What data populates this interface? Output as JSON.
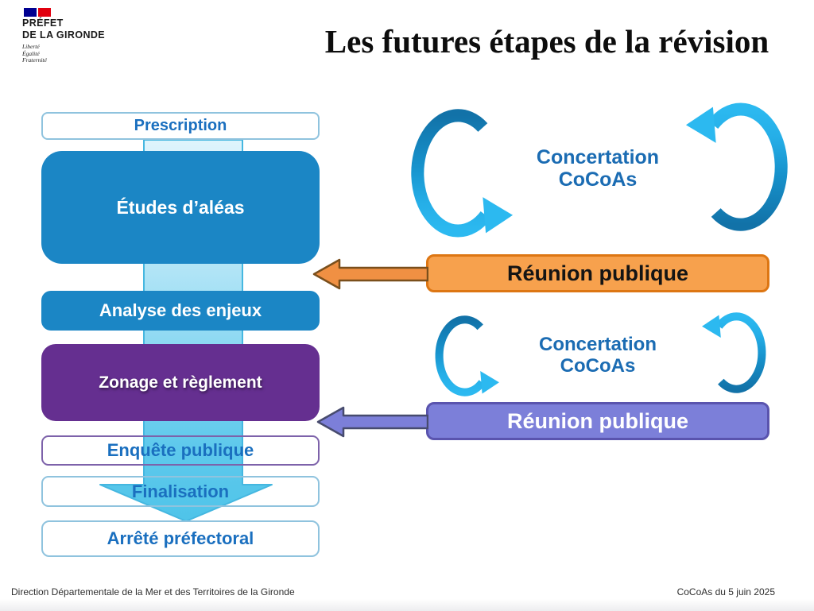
{
  "logo": {
    "line1": "PRÉFET",
    "line2": "DE LA GIRONDE",
    "motto": [
      "Liberté",
      "Égalité",
      "Fraternité"
    ]
  },
  "title": "Les futures étapes de la révision",
  "flowchart": {
    "steps": [
      {
        "label": "Prescription",
        "style": "outline-blue"
      },
      {
        "label": "Études d’aléas",
        "style": "fill-blue"
      },
      {
        "label": "Analyse des enjeux",
        "style": "fill-blue"
      },
      {
        "label": "Zonage et règlement",
        "style": "fill-purple"
      },
      {
        "label": "Enquête publique",
        "style": "outline-purple"
      },
      {
        "label": "Finalisation",
        "style": "outline-blue"
      },
      {
        "label": "Arrêté préfectoral",
        "style": "outline-blue"
      }
    ]
  },
  "cycles": [
    {
      "line1": "Concertation",
      "line2": "CoCoAs",
      "meeting_label": "Réunion publique",
      "theme": "orange"
    },
    {
      "line1": "Concertation",
      "line2": "CoCoAs",
      "meeting_label": "Réunion publique",
      "theme": "purple"
    }
  ],
  "footer": {
    "left": "Direction Départementale de la Mer et des Territoires de la Gironde",
    "right": "CoCoAs du 5 juin 2025"
  },
  "icons": {
    "flag-icon": "french flag blue/red blocks",
    "cycle-arrow-icon": "curved circular ribbon arrow",
    "down-flow-arrow-icon": "large light-blue downward arrow",
    "left-arrow-icon": "horizontal block arrow pointing left"
  },
  "colors": {
    "box_blue": "#1b86c5",
    "box_purple": "#652f90",
    "text_blue": "#1a6fbf",
    "cycle_dark_blue": "#1272a8",
    "cycle_light_blue": "#2cb9f0",
    "orange_fill": "#f7a14d",
    "orange_border": "#dd7613",
    "purple_fill": "#7c7fd9",
    "purple_border": "#5a54ae",
    "flow_arrow_light": "#dff4fc",
    "flow_arrow_dark": "#4fc4e9"
  }
}
